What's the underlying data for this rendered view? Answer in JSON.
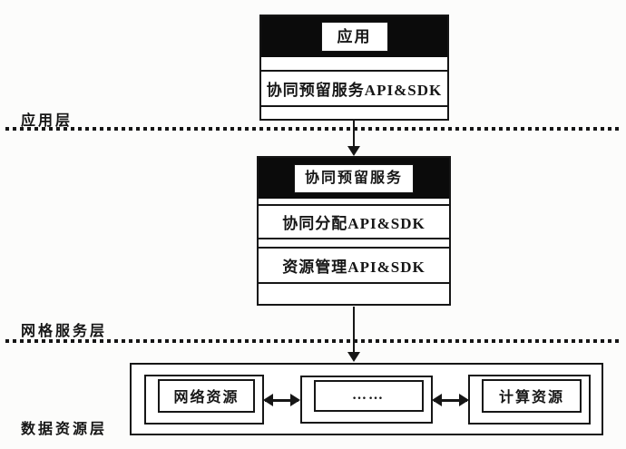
{
  "colors": {
    "ink": "#161616",
    "paper": "#fcfcfb",
    "header_bg": "#0b0b0b",
    "box_bg": "#ffffff"
  },
  "layers": [
    {
      "label": "应用层"
    },
    {
      "label": "网格服务层"
    },
    {
      "label": "数据资源层"
    }
  ],
  "application_box": {
    "header": "应用",
    "api_row": "协同预留服务API&SDK"
  },
  "grid_service_box": {
    "header": "协同预留服务",
    "rows": [
      "协同分配API&SDK",
      "资源管理API&SDK"
    ]
  },
  "data_resource_box": {
    "nodes": [
      "网络资源",
      "……",
      "计算资源"
    ]
  }
}
